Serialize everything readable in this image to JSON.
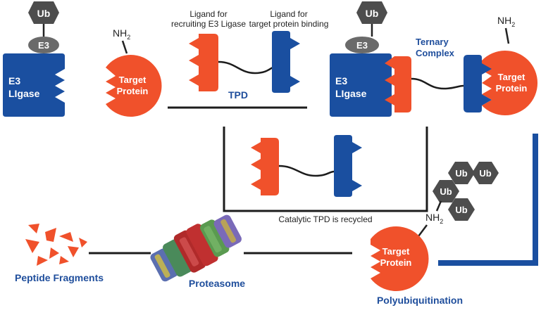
{
  "labels": {
    "ub": "Ub",
    "e3": "E3",
    "e3_ligase_1": "E3",
    "e3_ligase_2": "LIgase",
    "nh": "NH",
    "nh_sub": "2",
    "target_1": "Target",
    "target_2": "Protein",
    "ligand_e3_1": "Ligand for",
    "ligand_e3_2": "recruiting E3 Ligase",
    "ligand_target_1": "Ligand for",
    "ligand_target_2": "target protein binding",
    "tpd": "TPD",
    "ternary_1": "Ternary",
    "ternary_2": "Complex",
    "recycled": "Catalytic TPD is recycled",
    "peptide": "Peptide Fragments",
    "proteasome": "Proteasome",
    "polyubiquitination": "Polyubiquitination"
  },
  "colors": {
    "blue": "#1a4fa0",
    "orange": "#f0512b",
    "grey": "#4d4d4d",
    "label_blue": "#1f4e9c"
  }
}
